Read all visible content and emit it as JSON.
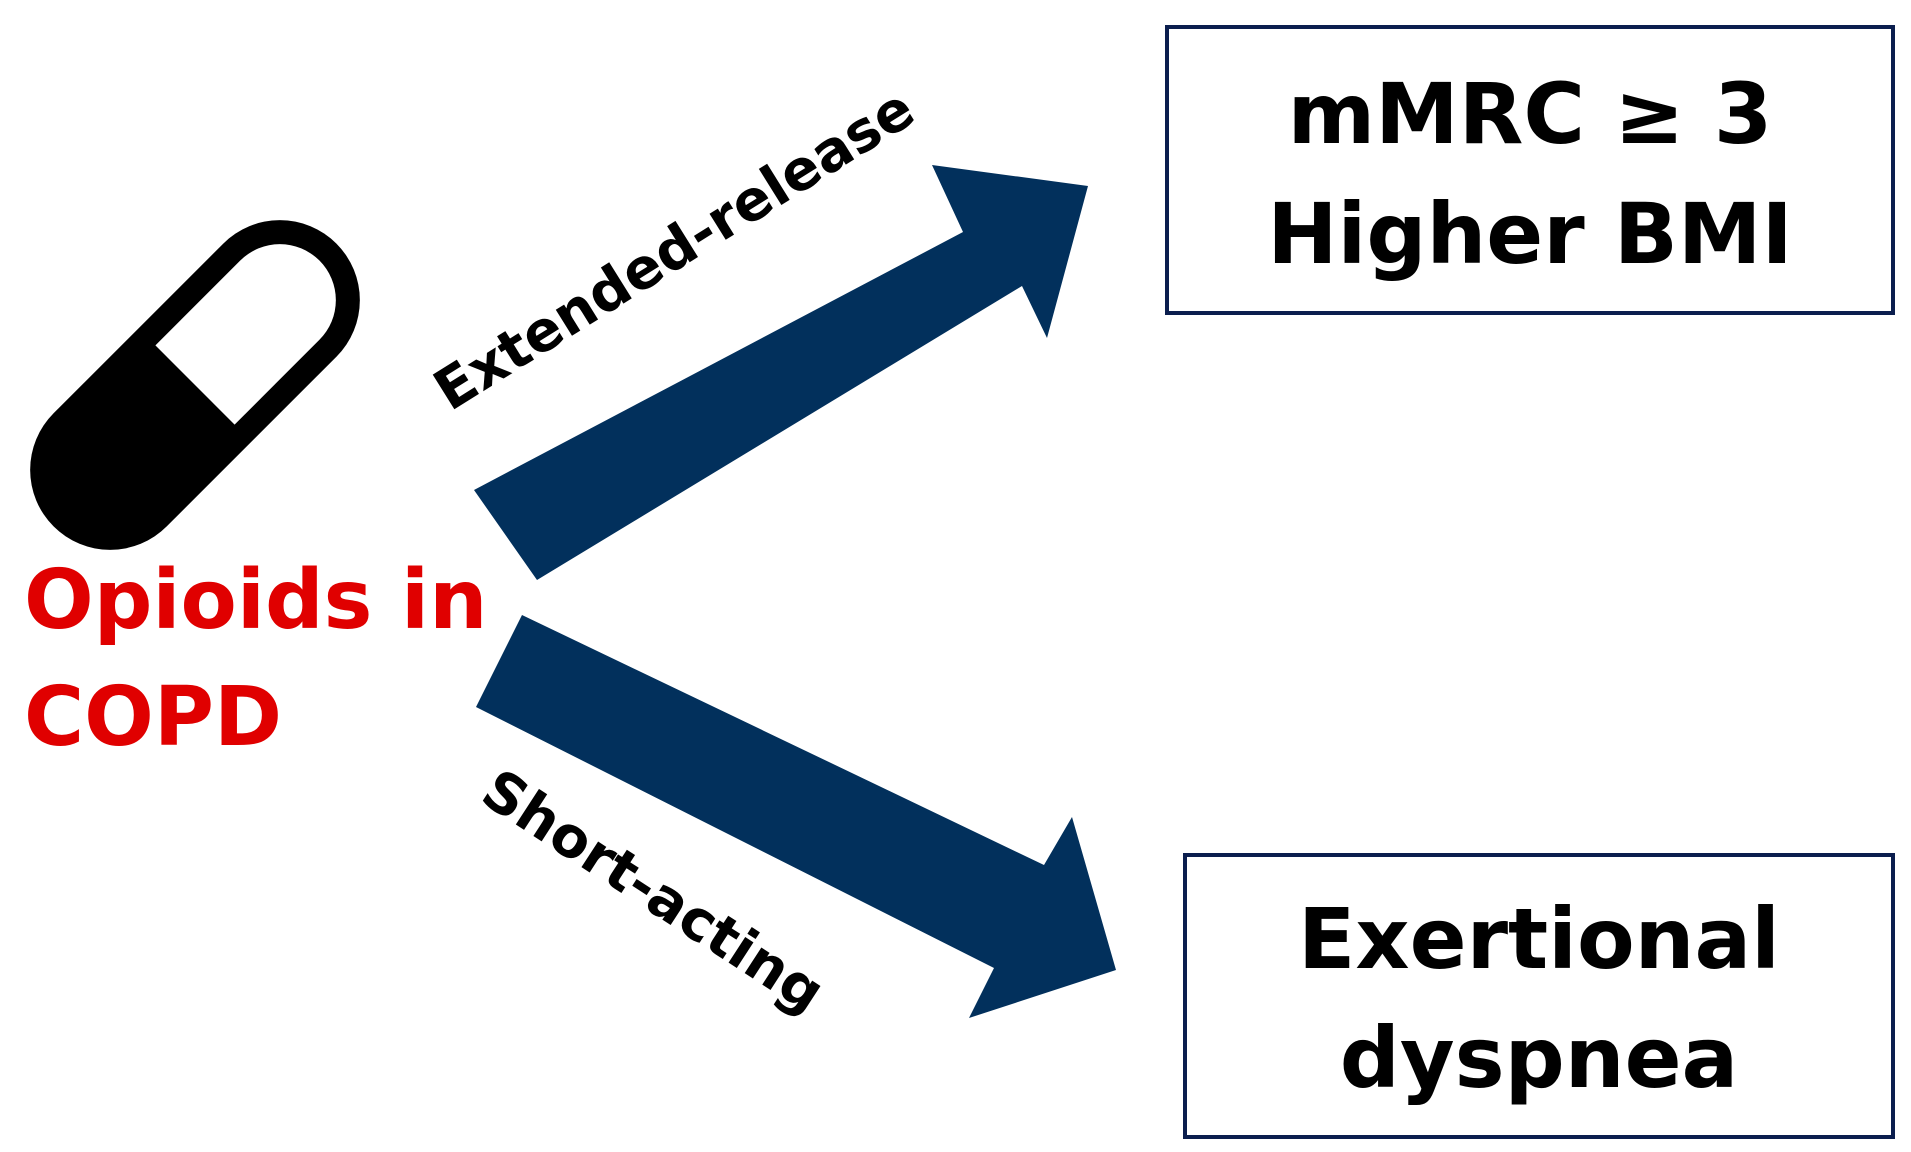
{
  "colors": {
    "arrow": "#02305c",
    "source_text": "#e00000",
    "box_border": "#0b1e4e",
    "pill": "#000000"
  },
  "source": {
    "icon": "capsule-pill-icon",
    "line1": "Opioids in",
    "line2": "COPD"
  },
  "arrows": {
    "upper_label": "Extended-release",
    "lower_label": "Short-acting"
  },
  "outcomes": {
    "upper": {
      "line1": "mMRC ≥ 3",
      "line2": "Higher BMI"
    },
    "lower": {
      "line1": "Exertional",
      "line2": "dyspnea"
    }
  }
}
